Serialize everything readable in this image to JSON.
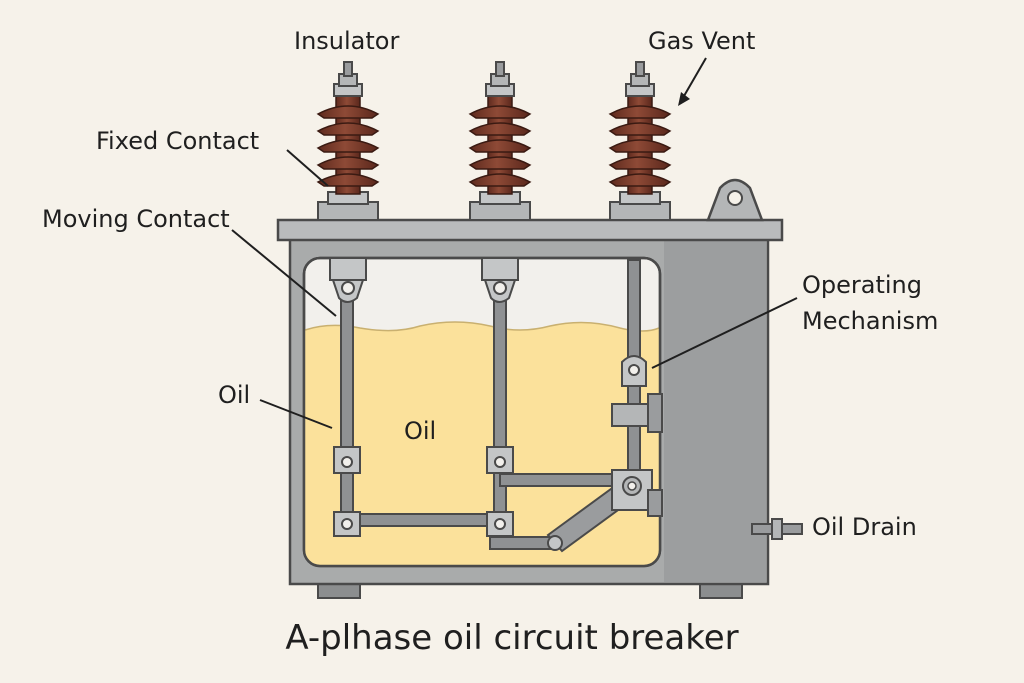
{
  "labels": {
    "insulator": "Insulator",
    "gas_vent": "Gas Vent",
    "fixed_contact": "Fixed Contact",
    "moving_contact": "Moving Contact",
    "operating_mechanism_line1": "Operating",
    "operating_mechanism_line2": "Mechanism",
    "oil_left": "Oil",
    "oil_center": "Oil",
    "oil_drain": "Oil Drain"
  },
  "title": "A-plhase oil circuit breaker",
  "colors": {
    "background": "#f6f2ea",
    "tank": "#a9abab",
    "tank_dark": "#8c8e8f",
    "tank_interior": "#f2f0ec",
    "oil": "#fbe19b",
    "porcelain": "#7a3a2a",
    "rod": "#8f9193",
    "outline": "#4a4a4a"
  }
}
